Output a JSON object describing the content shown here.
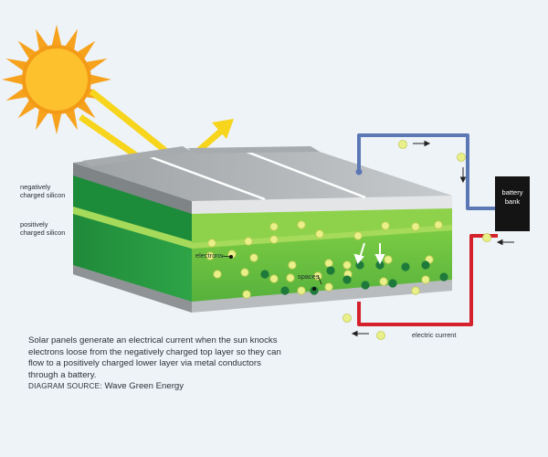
{
  "labels": {
    "negative_line1": "negatively",
    "negative_line2": "charged silicon",
    "positive_line1": "positively",
    "positive_line2": "charged silicon",
    "electrons": "electrons",
    "spaces": "spaces",
    "battery_line1": "battery",
    "battery_line2": "bank",
    "electric_current": "electric current"
  },
  "caption": {
    "body": "Solar panels generate an electrical current when the sun knocks electrons loose from the negatively charged top layer so they can flow to a positively charged lower layer via metal conductors through a battery.",
    "source_label": "Diagram source:",
    "source_name": "Wave Green Energy"
  },
  "colors": {
    "sun": "#f6a21c",
    "sun_core": "#fdc12d",
    "ray": "#f7d51d",
    "top_green": "#2e9a3e",
    "bottom_green": "#5bb742",
    "electron": "#e9f08a",
    "hole": "#1e7a3b",
    "wire_blue": "#5b78b5",
    "wire_red": "#d4212b",
    "battery": "#141414"
  }
}
